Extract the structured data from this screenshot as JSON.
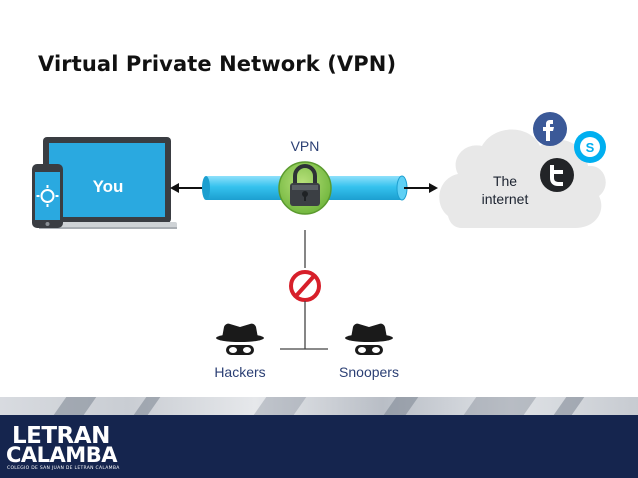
{
  "slide": {
    "title": "Virtual Private Network (VPN)"
  },
  "diagram": {
    "device_label": "You",
    "tunnel_label": "VPN",
    "cloud_label_line1": "The",
    "cloud_label_line2": "internet",
    "social_icons": [
      "facebook-icon",
      "skype-icon",
      "twitter-icon"
    ],
    "blocked_label_left": "Hackers",
    "blocked_label_right": "Snoopers",
    "colors": {
      "device_screen": "#2aa9e0",
      "tunnel": "#35c2ee",
      "lock": "#7cc242",
      "block": "#d71f2a",
      "cloud": "#e8e8e8",
      "facebook": "#3b5998",
      "skype": "#00aff0"
    }
  },
  "footer": {
    "logo_line1": "LETRAN",
    "logo_line2": "CALAMBA",
    "logo_subtitle": "COLEGIO DE SAN JUAN DE LETRAN CALAMBA"
  }
}
